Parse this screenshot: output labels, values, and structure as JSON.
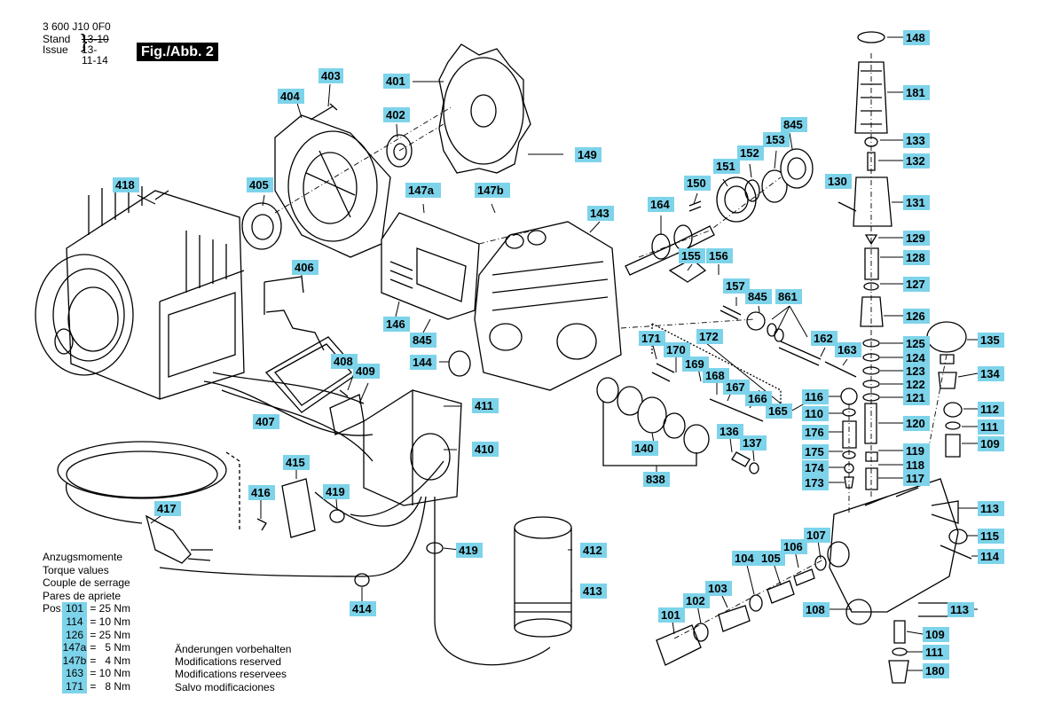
{
  "header": {
    "doc_number": "3 600 J10 0F0",
    "stand_label": "Stand",
    "issue_label": "Issue",
    "stand_value": "13-10",
    "issue_value": "13-11-14",
    "figure_label": "Fig./Abb. 2"
  },
  "torque": {
    "title_de": "Anzugsmomente",
    "title_en": "Torque values",
    "title_fr": "Couple de serrage",
    "title_es": "Pares de apriete",
    "pos_label": "Pos.",
    "rows": [
      {
        "pos": "101",
        "value": "= 25 Nm"
      },
      {
        "pos": "114",
        "value": "= 10 Nm"
      },
      {
        "pos": "126",
        "value": "= 25 Nm"
      },
      {
        "pos": "147a",
        "value": "=   5 Nm"
      },
      {
        "pos": "147b",
        "value": "=   4 Nm"
      },
      {
        "pos": "163",
        "value": "= 10 Nm"
      },
      {
        "pos": "171",
        "value": "=   8 Nm"
      }
    ]
  },
  "modifications": {
    "de": "Änderungen vorbehalten",
    "en": "Modifications reserved",
    "fr": "Modifications reservees",
    "es": "Salvo modificaciones"
  },
  "callouts": {
    "c101": "101",
    "c102": "102",
    "c103": "103",
    "c104": "104",
    "c105": "105",
    "c106": "106",
    "c107": "107",
    "c108": "108",
    "c109a": "109",
    "c109b": "109",
    "c110": "110",
    "c111a": "111",
    "c111b": "111",
    "c112": "112",
    "c113a": "113",
    "c113b": "113",
    "c114": "114",
    "c115": "115",
    "c116": "116",
    "c117": "117",
    "c118": "118",
    "c119": "119",
    "c120": "120",
    "c121": "121",
    "c122": "122",
    "c123": "123",
    "c124": "124",
    "c125": "125",
    "c126": "126",
    "c127": "127",
    "c128": "128",
    "c129": "129",
    "c130": "130",
    "c131": "131",
    "c132": "132",
    "c133": "133",
    "c134": "134",
    "c135": "135",
    "c136": "136",
    "c137": "137",
    "c140": "140",
    "c143": "143",
    "c144": "144",
    "c146": "146",
    "c147a": "147a",
    "c147b": "147b",
    "c148": "148",
    "c149": "149",
    "c150": "150",
    "c151": "151",
    "c152": "152",
    "c153": "153",
    "c155": "155",
    "c156": "156",
    "c157": "157",
    "c162": "162",
    "c163": "163",
    "c164": "164",
    "c165": "165",
    "c166": "166",
    "c167": "167",
    "c168": "168",
    "c169": "169",
    "c170": "170",
    "c171": "171",
    "c172": "172",
    "c173": "173",
    "c174": "174",
    "c175": "175",
    "c176": "176",
    "c180": "180",
    "c181": "181",
    "c401": "401",
    "c402": "402",
    "c403": "403",
    "c404": "404",
    "c405": "405",
    "c406": "406",
    "c407": "407",
    "c408": "408",
    "c409": "409",
    "c410": "410",
    "c411": "411",
    "c412": "412",
    "c413": "413",
    "c414": "414",
    "c415": "415",
    "c416": "416",
    "c417": "417",
    "c418": "418",
    "c419a": "419",
    "c419b": "419",
    "c838": "838",
    "c845a": "845",
    "c845b": "845",
    "c845c": "845",
    "c861": "861"
  },
  "colors": {
    "callout_fill": "#7dd3ea",
    "line": "#000000"
  }
}
